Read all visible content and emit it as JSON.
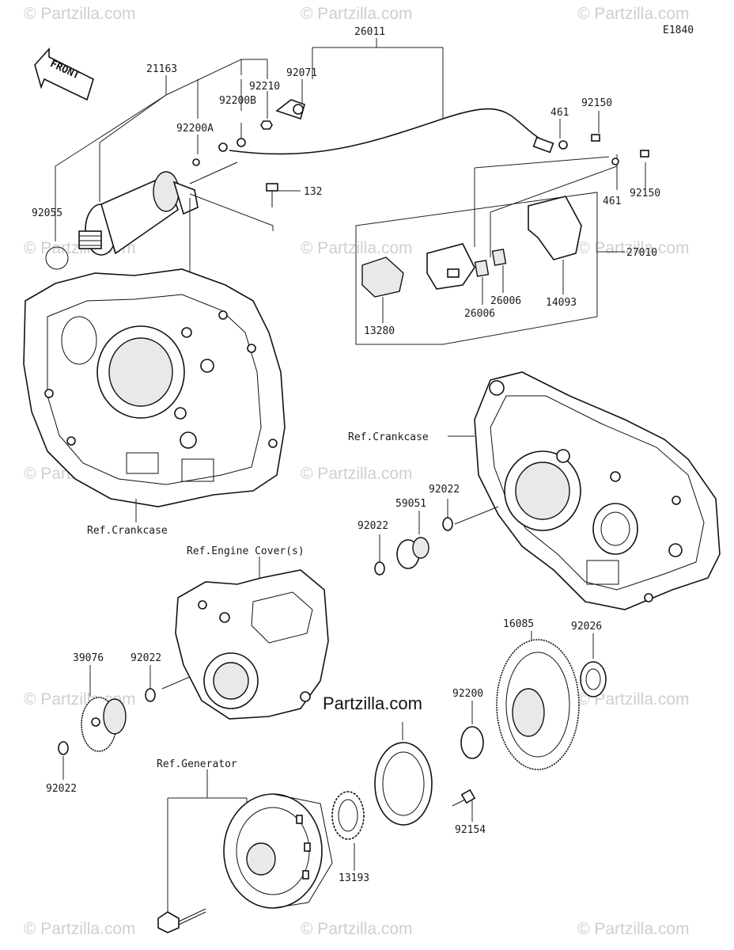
{
  "diagram_id": "E1840",
  "front_arrow_label": "FRONT",
  "watermark_text": "© Partzilla.com",
  "center_brand": "Partzilla.com",
  "parts": {
    "p21163": "21163",
    "p92055": "92055",
    "p92200A": "92200A",
    "p92200B": "92200B",
    "p92210": "92210",
    "p92071": "92071",
    "p26011": "26011",
    "p461_top": "461",
    "p92150_top": "92150",
    "p461_right": "461",
    "p92150_right": "92150",
    "p132": "132",
    "p27010": "27010",
    "p13280": "13280",
    "p26006_a": "26006",
    "p26006_b": "26006",
    "p14093": "14093",
    "p92022_a": "92022",
    "p59051": "59051",
    "p92022_b": "92022",
    "p92022_c": "92022",
    "p39076": "39076",
    "p92022_d": "92022",
    "p16085": "16085",
    "p92026": "92026",
    "p92200": "92200",
    "p92154": "92154",
    "p13193": "13193"
  },
  "refs": {
    "crankcase_left": "Ref.Crankcase",
    "crankcase_right": "Ref.Crankcase",
    "engine_cover": "Ref.Engine Cover(s)",
    "generator": "Ref.Generator"
  }
}
